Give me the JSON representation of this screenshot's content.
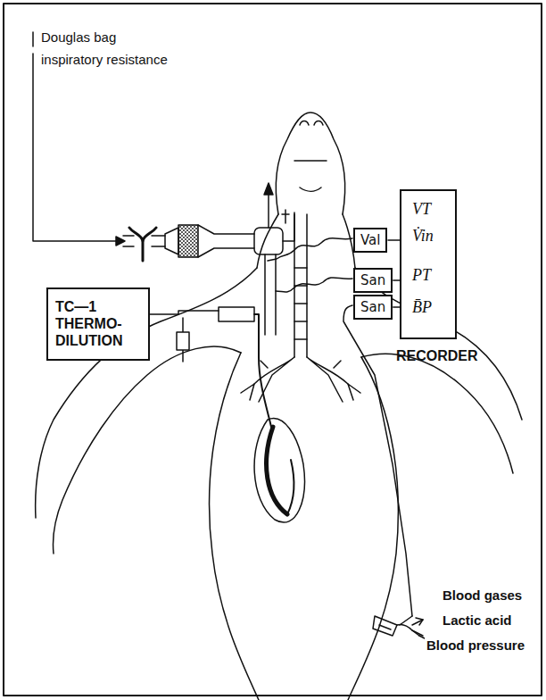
{
  "diagram": {
    "nodes": [
      {
        "text": [
          "VT",
          "V̇in",
          "PT",
          "B̄P",
          "RECORDER"
        ]
      },
      {
        "text": [
          "Val"
        ]
      },
      {
        "text": [
          "San"
        ]
      },
      {
        "text": [
          "San"
        ]
      },
      {
        "text": [
          "TC—1 THERMO- DILUTION"
        ]
      }
    ],
    "edges": [
      {
        "from": 1,
        "to": 0,
        "arrow": "none"
      },
      {
        "from": 2,
        "to": 0,
        "arrow": "none"
      },
      {
        "from": 3,
        "to": 0,
        "arrow": "none"
      }
    ],
    "labels": [
      "Douglas bag",
      "inspiratory resistance",
      "Blood gases",
      "Lactic acid",
      "Blood pressure"
    ]
  }
}
